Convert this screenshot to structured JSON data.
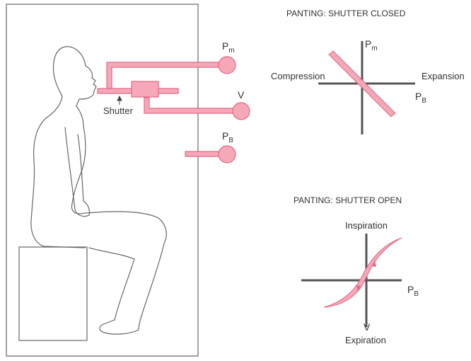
{
  "colors": {
    "tube_fill": "#f6a8b8",
    "tube_stroke": "#e06a85",
    "outline": "#666666",
    "axis": "#555555",
    "text": "#333333",
    "loop_fill": "#f4a7b6",
    "background": "#ffffff"
  },
  "apparatus": {
    "pm_label": "P",
    "pm_sub": "m",
    "v_label": "V",
    "pb_label": "P",
    "pb_sub": "B",
    "shutter_label": "Shutter"
  },
  "closed_plot": {
    "title": "PANTING: SHUTTER CLOSED",
    "y_label": "P",
    "y_sub": "m",
    "x_label": "P",
    "x_sub": "B",
    "left_label": "Compression",
    "right_label": "Expansion"
  },
  "open_plot": {
    "title": "PANTING: SHUTTER OPEN",
    "top_label": "Inspiration",
    "bottom_label": "Expiration",
    "y_label": "V̇",
    "x_label": "P",
    "x_sub": "B"
  }
}
